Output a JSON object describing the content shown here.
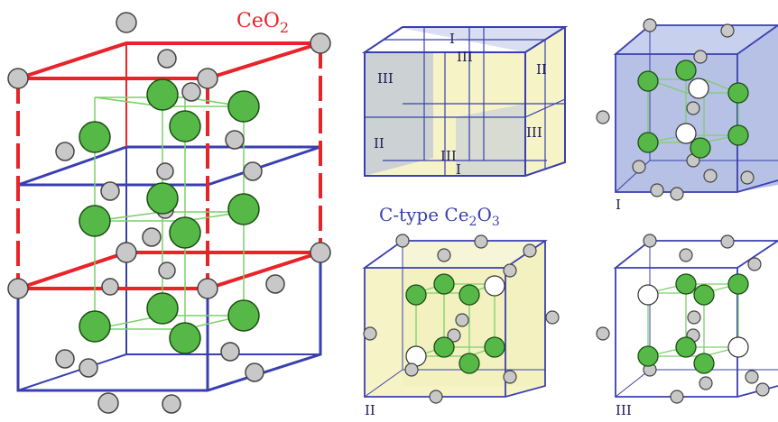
{
  "labels": {
    "ceo2": "CeO",
    "ceo2_sub": "2",
    "ctype_prefix": "C-type Ce",
    "ctype_sub1": "2",
    "ctype_mid": "O",
    "ctype_sub2": "3",
    "region_I": "I",
    "region_II": "II",
    "region_III": "III"
  },
  "colors": {
    "fluorite_cell": "#e8232a",
    "ctype_cell": "#3a3fb0",
    "cation": "#56b947",
    "anion": "#c8c8c8",
    "vacancy": "#ffffff",
    "bond": "#7cd06a",
    "blue_face": "#aab6e0",
    "yellow_face": "#f6f4c6",
    "label_red": "#e8232a",
    "label_blue": "#3a3fb0"
  }
}
